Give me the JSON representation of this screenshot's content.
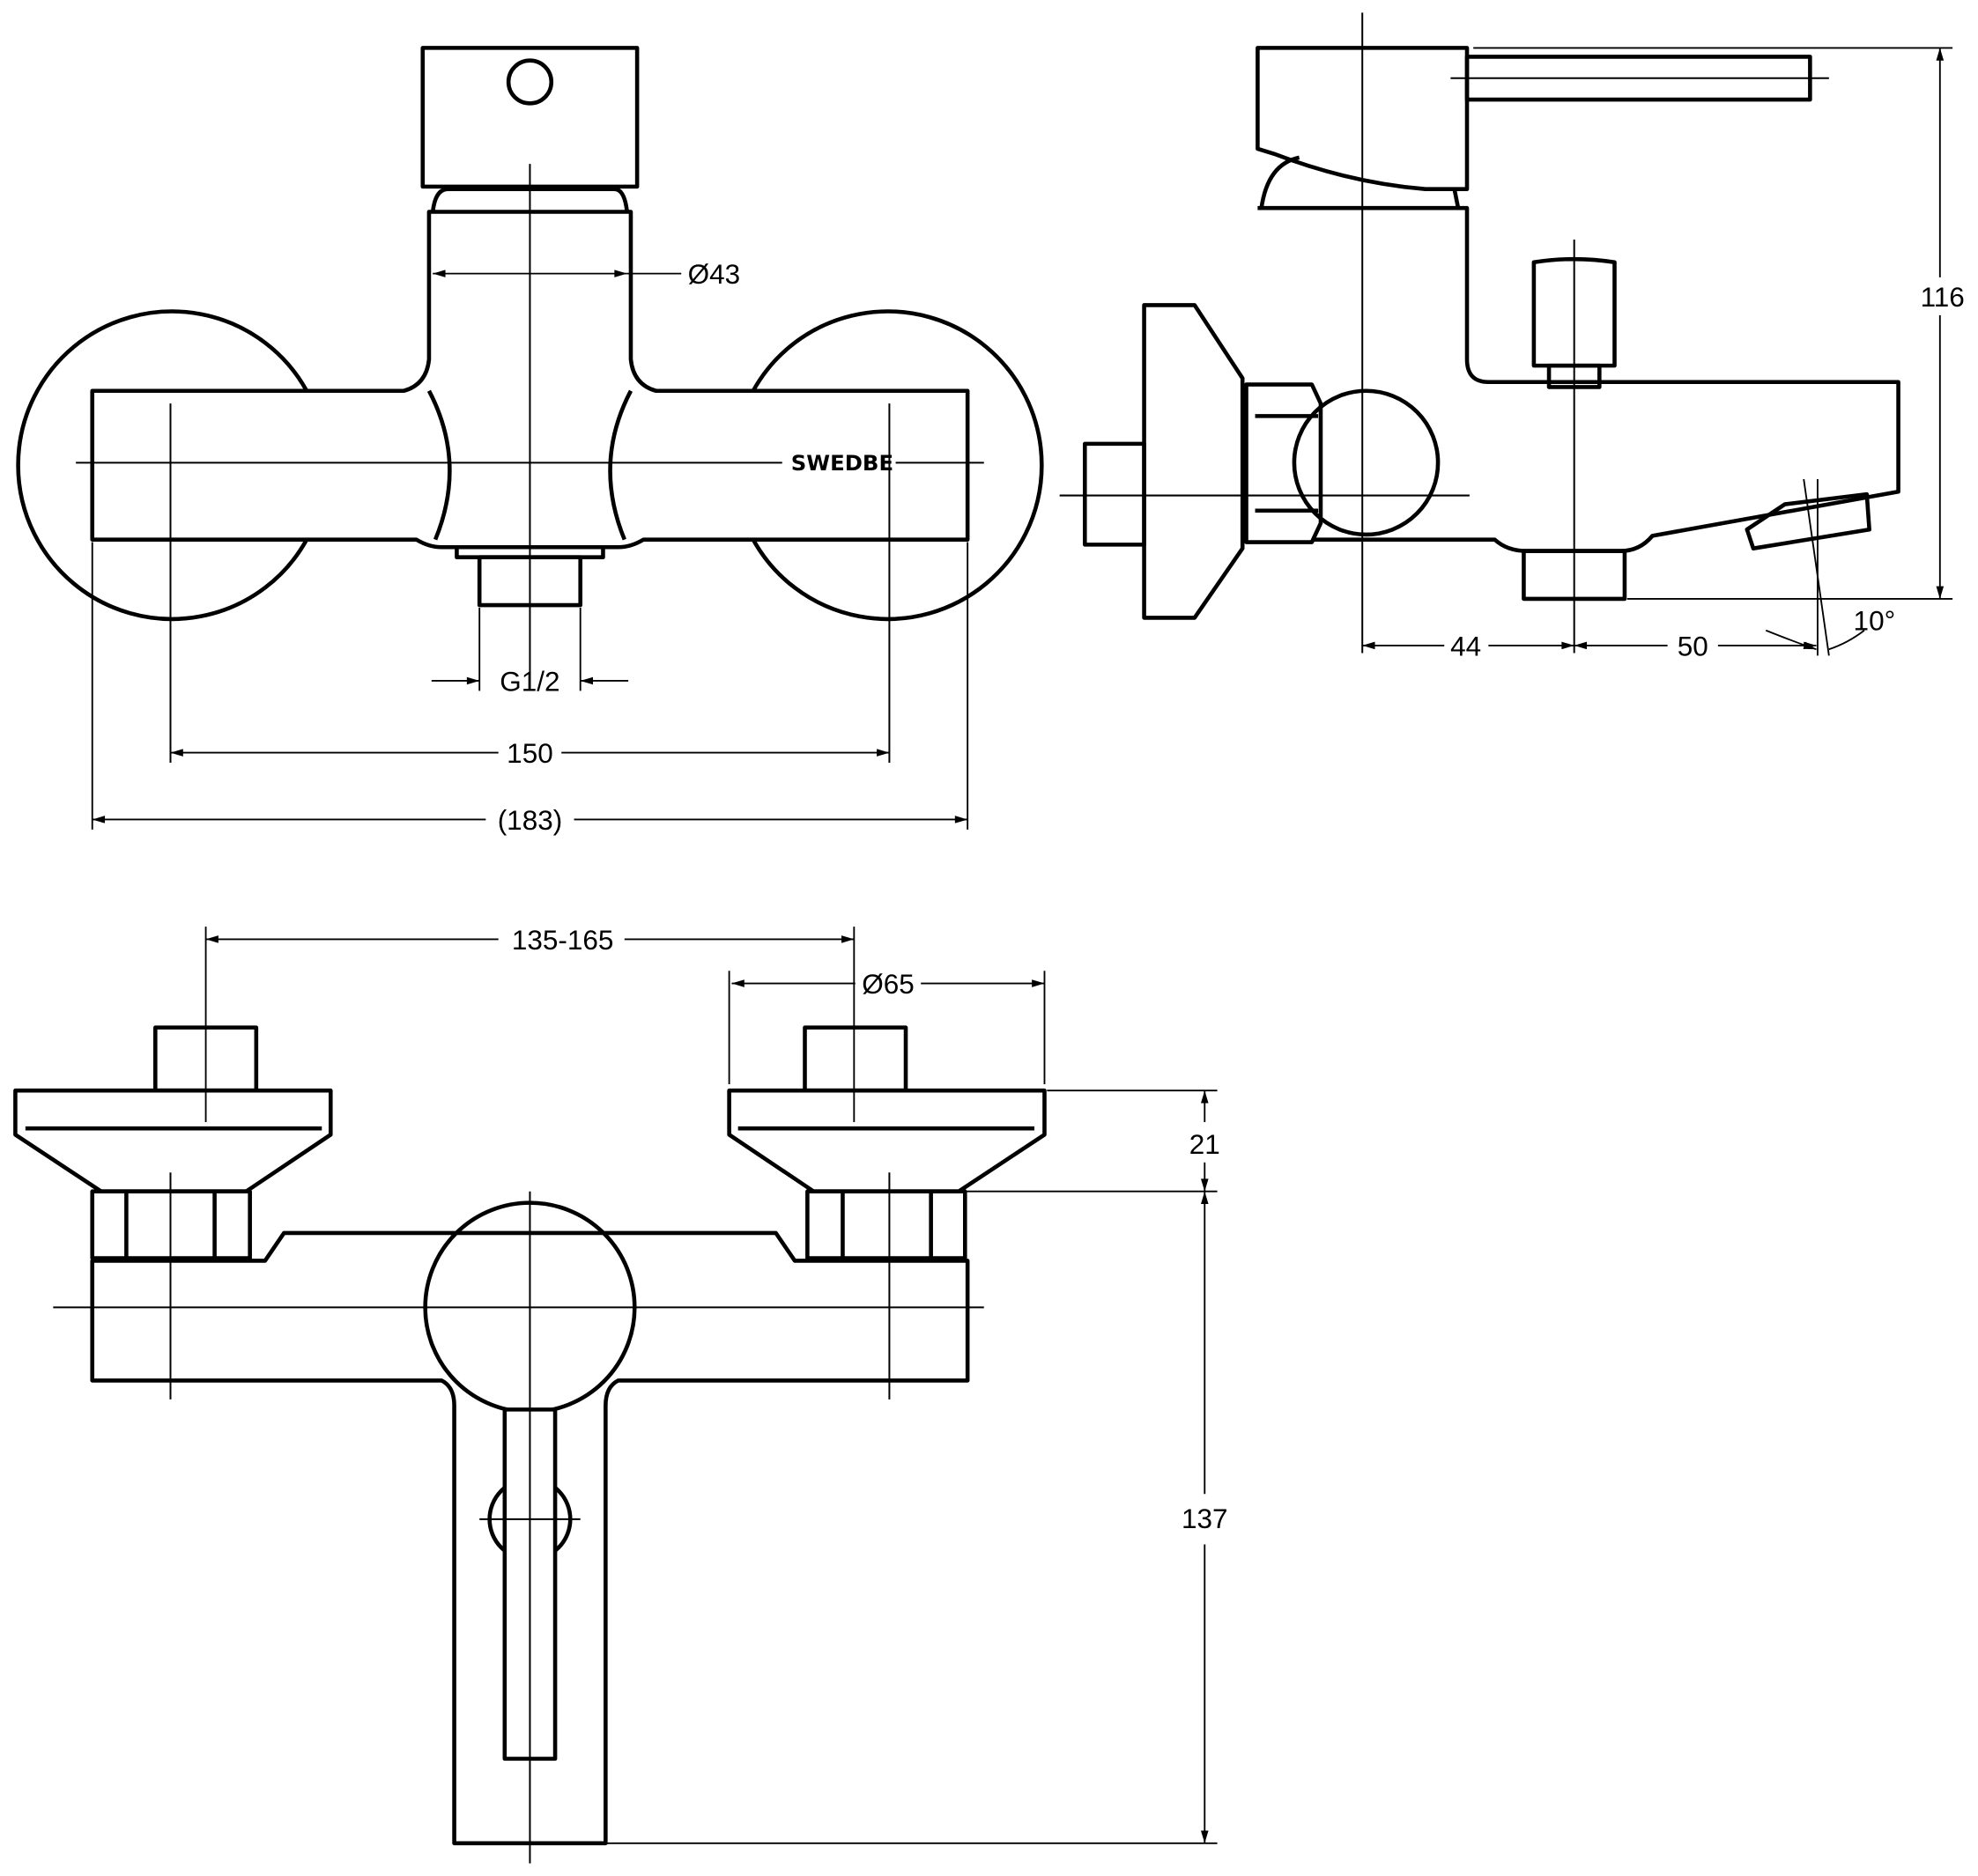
{
  "drawing": {
    "brand": "SWEDBE",
    "front_view": {
      "dim_body_diameter": "Ø43",
      "dim_thread": "G1/2",
      "dim_centers": "150",
      "dim_overall": "(183)"
    },
    "side_view": {
      "dim_height": "116",
      "dim_wall_to_outlet": "44",
      "dim_outlet_to_spout": "50",
      "dim_angle": "10°"
    },
    "top_view": {
      "dim_center_range": "135-165",
      "dim_rose_diameter": "Ø65",
      "dim_rose_depth": "21",
      "dim_projection": "137"
    }
  }
}
